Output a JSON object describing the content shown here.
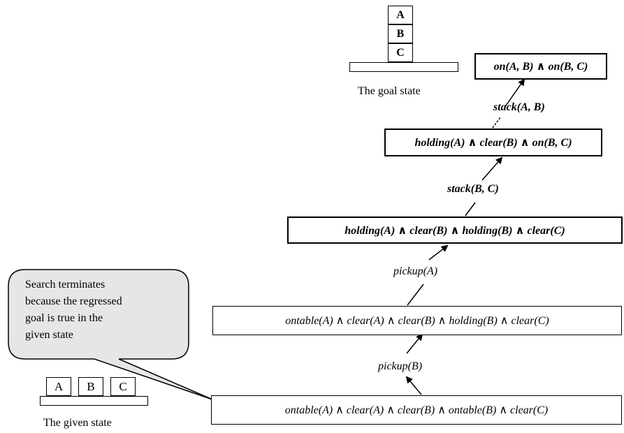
{
  "goal": {
    "blocks": [
      "A",
      "B",
      "C"
    ],
    "caption": "The goal state"
  },
  "given": {
    "blocks": [
      "A",
      "B",
      "C"
    ],
    "caption": "The given state"
  },
  "callout": {
    "lines": [
      "Search terminates",
      "because the regressed",
      "goal is true in the",
      "given state"
    ]
  },
  "nodes": [
    "on(A, B) ∧ on(B, C)",
    "holding(A) ∧ clear(B) ∧ on(B, C)",
    "holding(A) ∧ clear(B) ∧ holding(B) ∧ clear(C)",
    "ontable(A) ∧ clear(A) ∧ clear(B) ∧ holding(B) ∧ clear(C)",
    "ontable(A) ∧ clear(A) ∧ clear(B) ∧ ontable(B) ∧ clear(C)"
  ],
  "operators": [
    "stack(A, B)",
    "stack(B, C)",
    "pickup(A)",
    "pickup(B)"
  ]
}
